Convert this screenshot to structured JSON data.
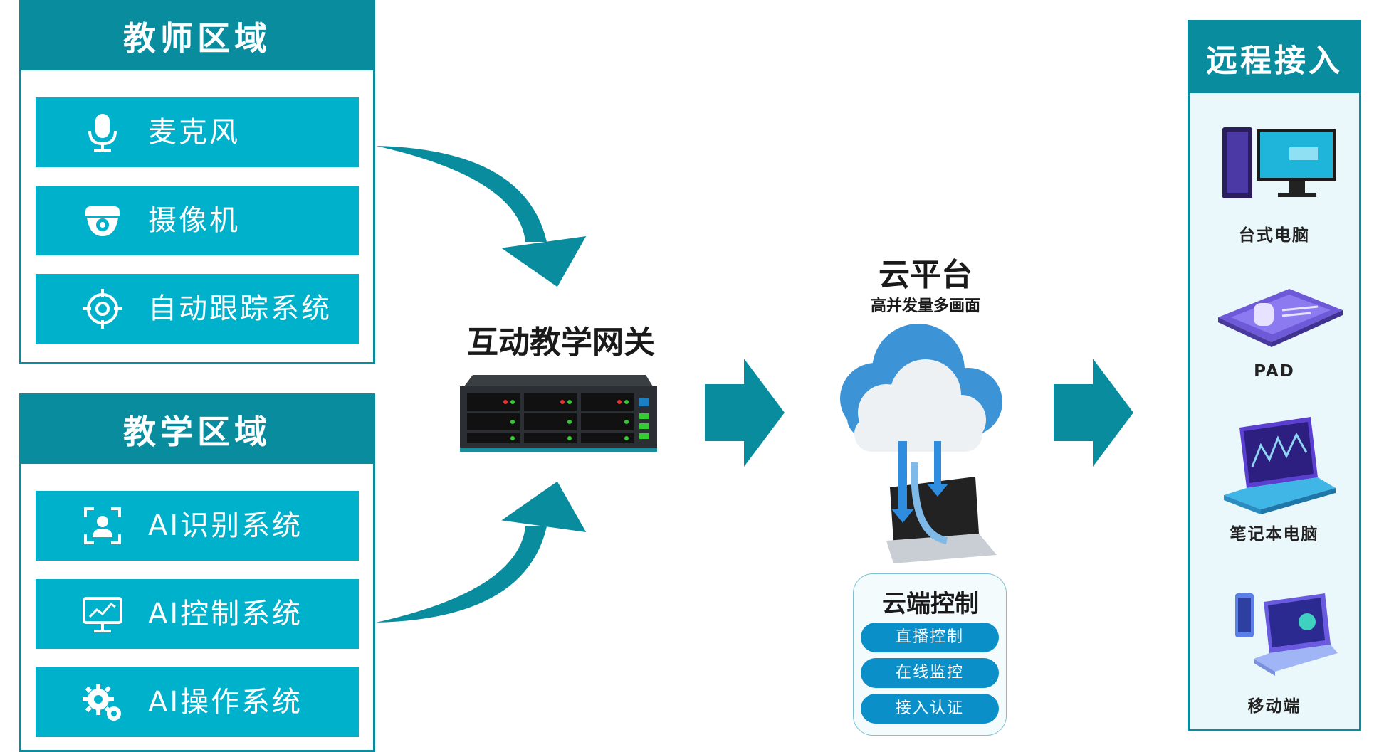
{
  "teacher_zone": {
    "title": "教师区域",
    "items": [
      {
        "label": "麦克风",
        "icon": "microphone-icon"
      },
      {
        "label": "摄像机",
        "icon": "camera-icon"
      },
      {
        "label": "自动跟踪系统",
        "icon": "target-icon"
      }
    ]
  },
  "teaching_zone": {
    "title": "教学区域",
    "items": [
      {
        "label": "AI识别系统",
        "icon": "face-recognition-icon"
      },
      {
        "label": "AI控制系统",
        "icon": "monitor-chart-icon"
      },
      {
        "label": "AI操作系统",
        "icon": "gears-icon"
      }
    ]
  },
  "gateway": {
    "title": "互动教学网关"
  },
  "cloud": {
    "title": "云平台",
    "subtitle": "高并发量多画面",
    "control_title": "云端控制",
    "controls": [
      "直播控制",
      "在线监控",
      "接入认证"
    ]
  },
  "remote": {
    "title": "远程接入",
    "devices": [
      "台式电脑",
      "PAD",
      "笔记本电脑",
      "移动端"
    ]
  },
  "colors": {
    "primary": "#0a8c9f",
    "item_bg": "#00b1cc",
    "pill": "#0a8fc8"
  }
}
